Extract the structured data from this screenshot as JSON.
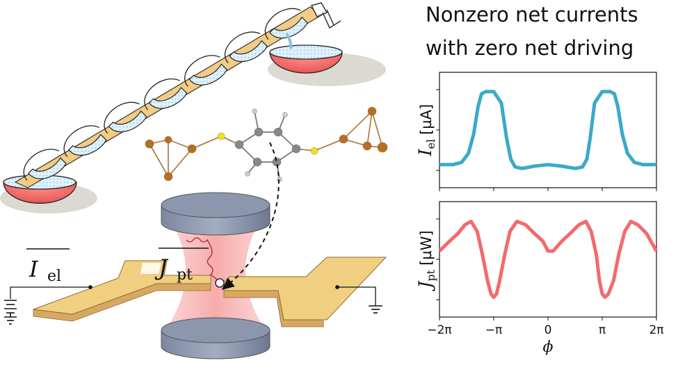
{
  "title": {
    "line1": "Nonzero net currents",
    "line2": "with zero net driving"
  },
  "diagram_labels": {
    "current_el": "I",
    "current_el_sub": "el",
    "current_pt": "J",
    "current_pt_sub": "pt"
  },
  "colors": {
    "electric_curve": "#3aaac8",
    "heat_curve": "#f36a6c",
    "electrode": "#f0d080",
    "laser": "#f59a9a",
    "lens": "#8a96ad",
    "bowl": "#f26565",
    "sulfur": "#f0e020",
    "gold_atom": "#c07a20"
  },
  "icons": {
    "crank": "hand-crank-icon",
    "ground": "ground-icon",
    "battery": "battery-icon"
  },
  "chart_data": [
    {
      "type": "line",
      "ylabel_symbol": "I",
      "ylabel_sub": "el",
      "ylabel_unit": "[µA]",
      "xlim": [
        -6.2832,
        6.2832
      ],
      "x_ticks": [
        "−2π",
        "−π",
        "0",
        "π",
        "2π"
      ],
      "x": [
        -6.2832,
        -5.5,
        -5.0,
        -4.6,
        -4.3,
        -4.05,
        -3.85,
        -3.6,
        -3.14,
        -2.7,
        -2.4,
        -2.15,
        -1.9,
        -1.5,
        -0.8,
        0.0,
        0.8,
        1.6,
        2.0,
        2.25,
        2.45,
        2.7,
        3.14,
        3.6,
        3.85,
        4.05,
        4.3,
        4.6,
        5.0,
        5.5,
        6.2832
      ],
      "y": [
        0.05,
        0.05,
        0.08,
        0.2,
        0.45,
        0.8,
        0.97,
        1.0,
        1.0,
        0.85,
        0.4,
        0.12,
        0.02,
        0.0,
        0.03,
        0.05,
        0.03,
        0.0,
        0.02,
        0.12,
        0.4,
        0.85,
        1.0,
        1.0,
        0.97,
        0.8,
        0.45,
        0.2,
        0.08,
        0.05,
        0.05
      ],
      "ylim": [
        -0.25,
        1.25
      ]
    },
    {
      "type": "line",
      "ylabel_symbol": "J",
      "ylabel_sub": "pt",
      "ylabel_unit": "[µW]",
      "xlabel": "ϕ",
      "xlim": [
        -6.2832,
        6.2832
      ],
      "x_ticks": [
        "−2π",
        "−π",
        "0",
        "π",
        "2π"
      ],
      "x": [
        -6.2832,
        -5.7,
        -5.2,
        -4.8,
        -4.45,
        -4.1,
        -3.8,
        -3.5,
        -3.3,
        -3.14,
        -2.98,
        -2.8,
        -2.5,
        -2.2,
        -1.8,
        -1.3,
        -0.8,
        -0.3,
        0.0,
        0.3,
        0.8,
        1.3,
        1.8,
        2.2,
        2.5,
        2.8,
        2.98,
        3.14,
        3.3,
        3.5,
        3.8,
        4.1,
        4.45,
        4.8,
        5.2,
        5.7,
        6.2832
      ],
      "y": [
        0.55,
        0.7,
        0.82,
        0.95,
        1.0,
        0.85,
        0.5,
        0.1,
        -0.1,
        -0.15,
        -0.1,
        0.1,
        0.5,
        0.85,
        1.0,
        0.95,
        0.82,
        0.7,
        0.55,
        0.55,
        0.7,
        0.82,
        0.95,
        1.0,
        0.85,
        0.5,
        0.1,
        -0.1,
        -0.15,
        -0.1,
        0.1,
        0.5,
        0.85,
        1.0,
        0.95,
        0.82,
        0.55
      ],
      "ylim": [
        -0.45,
        1.3
      ]
    }
  ]
}
